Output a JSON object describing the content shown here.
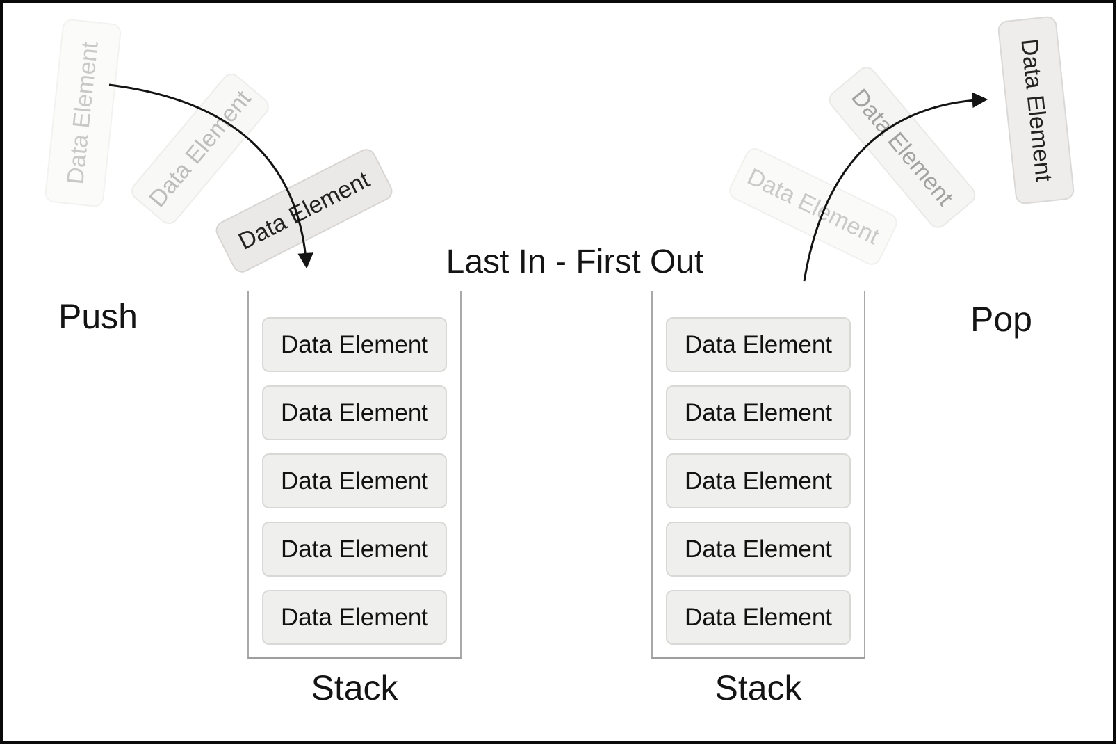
{
  "title": "Last In - First Out",
  "push_label": "Push",
  "pop_label": "Pop",
  "left_stack": {
    "label": "Stack",
    "items": [
      "Data Element",
      "Data Element",
      "Data Element",
      "Data Element",
      "Data Element"
    ]
  },
  "right_stack": {
    "label": "Stack",
    "items": [
      "Data Element",
      "Data Element",
      "Data Element",
      "Data Element",
      "Data Element"
    ]
  },
  "incoming_elements": [
    "Data Element",
    "Data Element",
    "Data Element"
  ],
  "outgoing_elements": [
    "Data Element",
    "Data Element",
    "Data Element"
  ],
  "colors": {
    "background": "#ffffff",
    "frame_border": "#0a0a0a",
    "element_fill": "#efefed",
    "element_border": "#d9d8d6",
    "stack_wall": "#a9a9a9",
    "arrow": "#141414",
    "text": "#141414",
    "faded_text": "#c9c9c9"
  }
}
